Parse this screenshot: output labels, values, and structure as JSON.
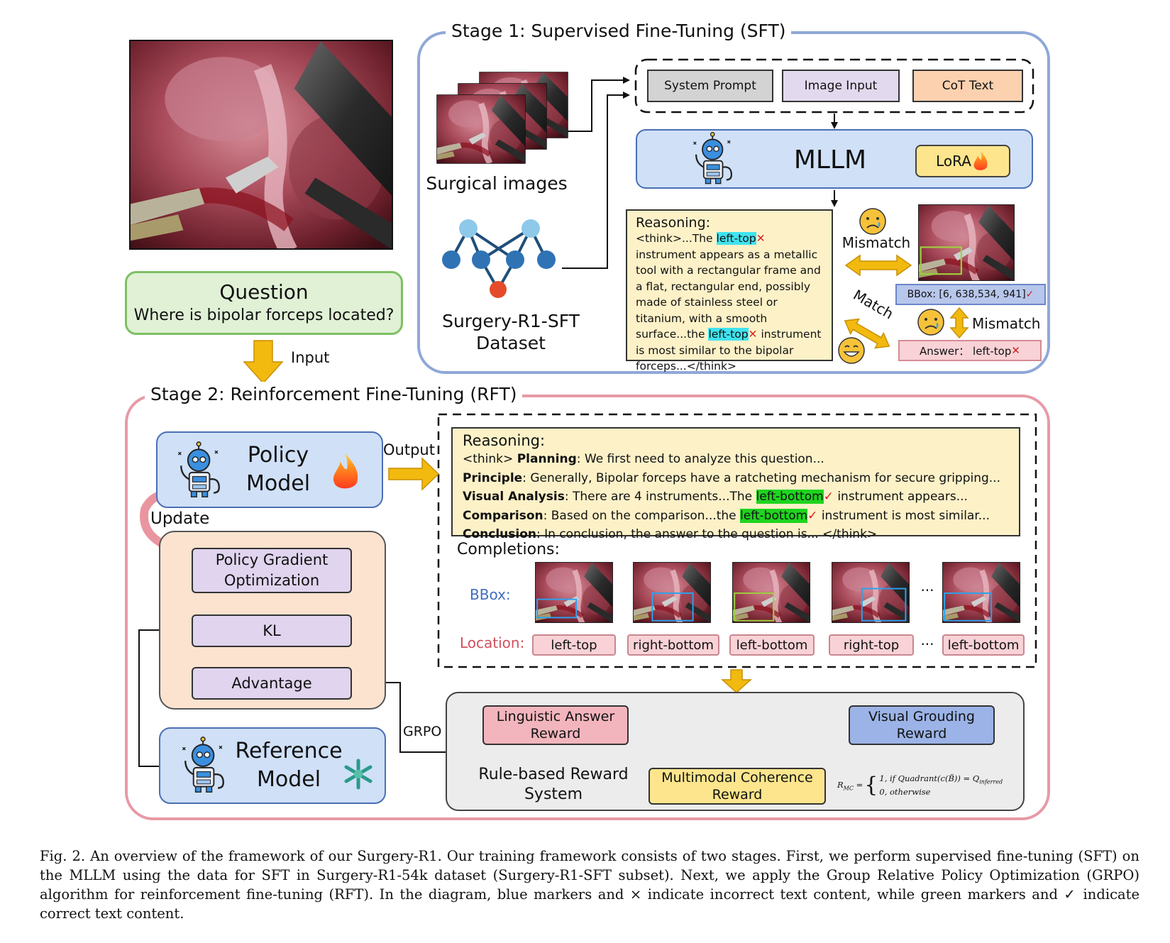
{
  "stage1": {
    "title": "Stage 1: Supervised Fine-Tuning (SFT)",
    "surgical_images_label": "Surgical images",
    "dataset_label_line1": "Surgery-R1-SFT",
    "dataset_label_line2": "Dataset",
    "prompt_items": [
      "System Prompt",
      "Image Input",
      "CoT Text"
    ],
    "mllm_label": "MLLM",
    "lora_label": "LoRA",
    "reasoning": {
      "heading": "Reasoning:",
      "t1": "<think>...The ",
      "hl1": "left-top",
      "t2": " instrument appears as a metallic tool with a rectangular frame and a flat, rectangular end, possibly made of stainless steel or titanium, with a smooth surface...the ",
      "hl2": "left-top",
      "t3": " instrument is most similar to the bipolar forceps...</think>"
    },
    "mismatch_label": "Mismatch",
    "match_label": "Match",
    "mismatch2_label": "Mismatch",
    "bbox_text": "BBox: [6, 638,534, 941]",
    "answer_text": "Answer： left-top"
  },
  "question": {
    "title": "Question",
    "text": "Where is bipolar forceps located?"
  },
  "input_label": "Input",
  "stage2": {
    "title": "Stage 2: Reinforcement Fine-Tuning (RFT)",
    "policy_line1": "Policy",
    "policy_line2": "Model",
    "output_label": "Output",
    "update_label": "Update",
    "pgo_line1": "Policy Gradient",
    "pgo_line2": "Optimization",
    "kl_label": "KL",
    "advantage_label": "Advantage",
    "reference_line1": "Reference",
    "reference_line2": "Model",
    "grpo_label": "GRPO",
    "reasoning": {
      "heading": "Reasoning:",
      "l1_pre": "<think> ",
      "l1_b": "Planning",
      "l1_t": ": We first need to analyze this question...",
      "l2_b": "Principle",
      "l2_t": ": Generally, Bipolar forceps have a ratcheting mechanism for secure gripping...",
      "l3_b": "Visual Analysis",
      "l3_t": ": There are 4 instruments...The ",
      "l3_hl": "left-bottom",
      "l3_t2": " instrument appears...",
      "l4_b": "Comparison",
      "l4_t": ": Based on the comparison...the ",
      "l4_hl": "left-bottom",
      "l4_t2": " instrument is most similar...",
      "l5_b": "Conclusion",
      "l5_t": ": In conclusion, the answer to the question is... </think>"
    },
    "completions_label": "Completions:",
    "bbox_label": "BBox:",
    "location_label": "Location:",
    "ellipsis": "···",
    "locations": [
      "left-top",
      "right-bottom",
      "left-bottom",
      "right-top",
      "left-bottom"
    ],
    "rewards": {
      "linguistic_line1": "Linguistic Answer",
      "linguistic_line2": "Reward",
      "visual_line1": "Visual Grouding",
      "visual_line2": "Reward",
      "system_line1": "Rule-based Reward",
      "system_line2": "System",
      "coherence_line1": "Multimodal Coherence",
      "coherence_line2": "Reward",
      "formula_lhs": "R",
      "formula_sub": "MC",
      "formula_case1": "1,  if Quadrant(c(B̃)) = Q",
      "formula_case1_sub": "inferred",
      "formula_case2": "0,       otherwise"
    }
  },
  "caption": "Fig. 2.  An overview of the framework of our Surgery-R1. Our training framework consists of two stages. First, we perform supervised fine-tuning (SFT) on the MLLM using the data for SFT in Surgery-R1-54k dataset (Surgery-R1-SFT subset). Next, we apply the Group Relative Policy Optimization (GRPO) algorithm for reinforcement fine-tuning (RFT). In the diagram, blue markers and × indicate incorrect text content, while green markers and ✓ indicate correct text content.",
  "colors": {
    "stage1_border": "#8fa8d8",
    "stage2_border": "#e79aa6",
    "model_fill": "#cfe0f7",
    "reasoning_fill": "#fdf1c8",
    "arrow_yellow": "#f2b90f",
    "incorrect_highlight": "#3fe3ef",
    "correct_highlight": "#1fd41f"
  }
}
